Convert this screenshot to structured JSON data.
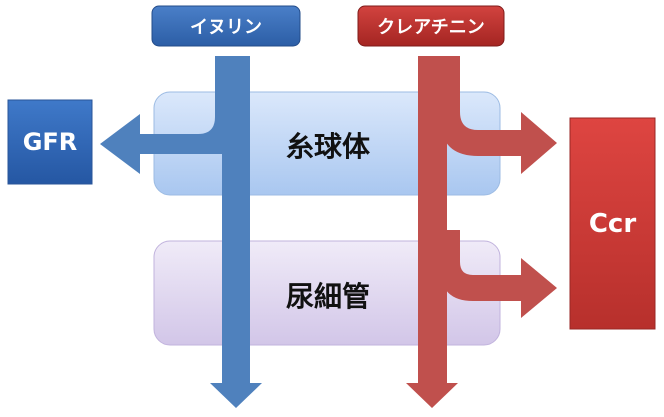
{
  "labels": {
    "inulin": "イヌリン",
    "creatinine": "クレアチニン",
    "gfr": "GFR",
    "ccr": "Ccr",
    "glomerulus": "糸球体",
    "tubule": "尿細管"
  },
  "colors": {
    "blue": "#4f81bd",
    "red": "#c0504d",
    "glomerulus_fill": "#c6dcf7",
    "tubule_fill": "#e3dcf0"
  }
}
